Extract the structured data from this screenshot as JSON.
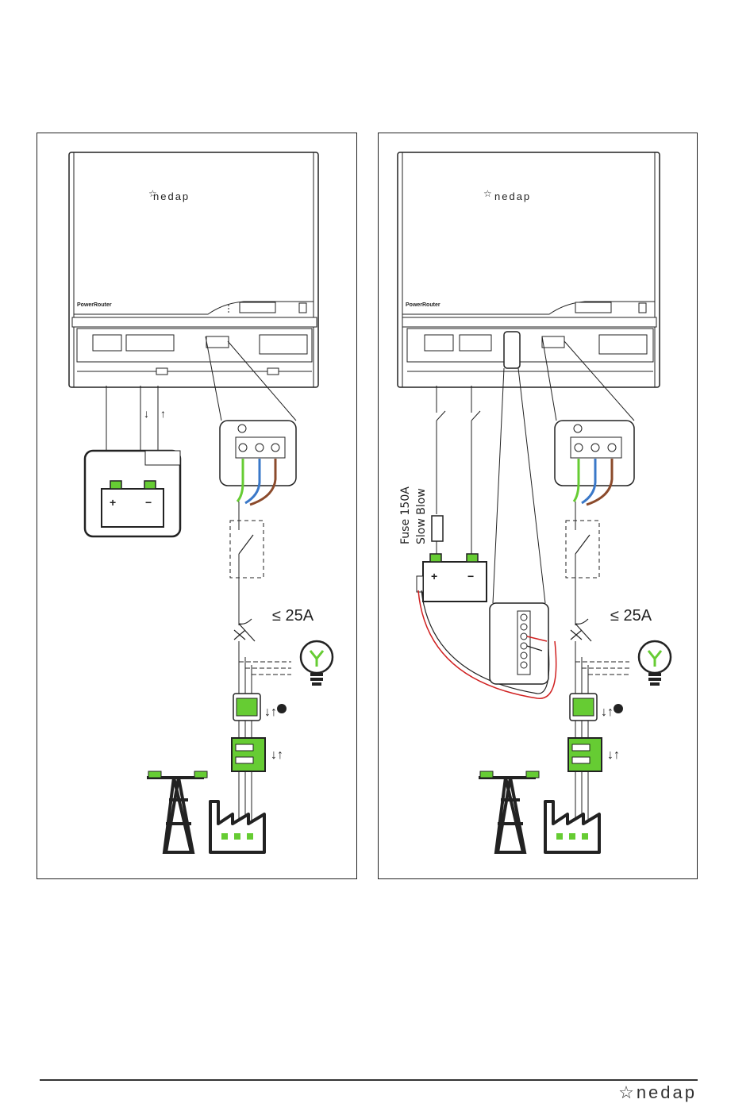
{
  "brand": "nedap",
  "product_label": "PowerRouter",
  "breaker_rating": "≤ 25A",
  "fuse_line1": "Fuse 150A",
  "fuse_line2": "Slow Blow",
  "battery_plus": "+",
  "battery_minus": "−",
  "colors": {
    "terminal_green": "#66cc33",
    "wire_blue": "#3a78c8",
    "wire_brown": "#8b4a2b",
    "wire_red": "#d02020",
    "outline": "#222222"
  },
  "icons": [
    "nedap-logo-icon",
    "battery-icon",
    "light-bulb-icon",
    "power-pylon-icon",
    "factory-icon",
    "terminal-block-icon",
    "switch-icon",
    "breaker-icon",
    "energy-meter-icon"
  ]
}
